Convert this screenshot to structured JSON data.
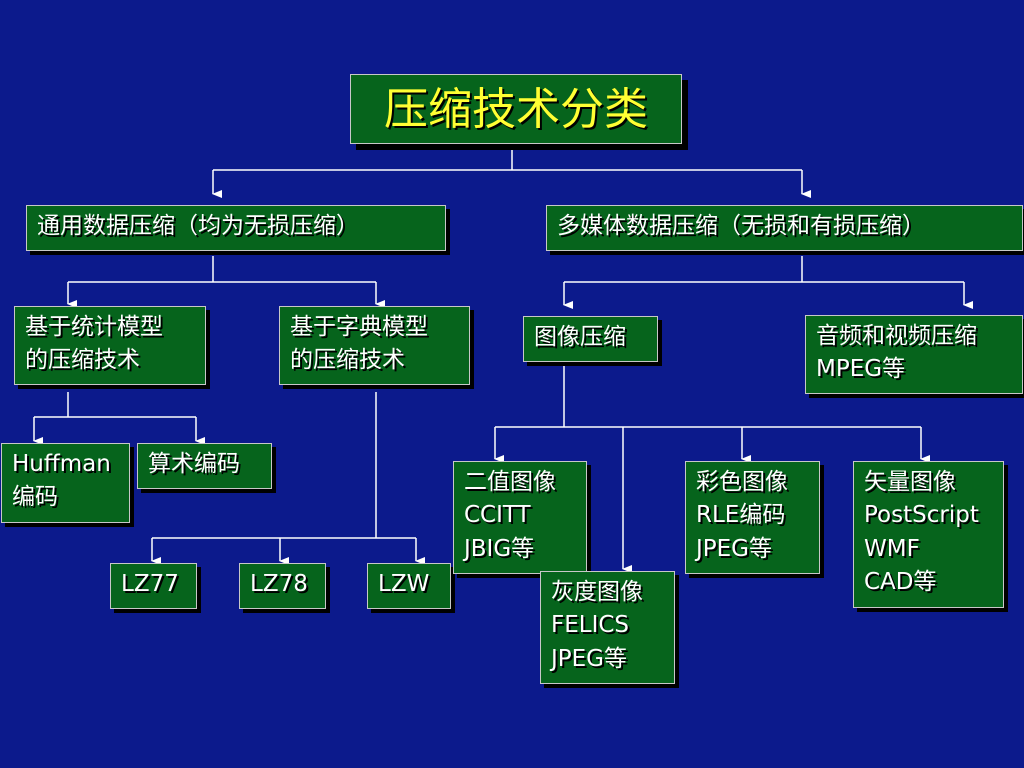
{
  "title": "压缩技术分类",
  "colors": {
    "background": "#0c1a8c",
    "box_fill": "#06641c",
    "title_text": "#ffff33",
    "text": "#ffffff",
    "line": "#ffffff"
  },
  "nodes": {
    "general": "通用数据压缩（均为无损压缩）",
    "multimedia": "多媒体数据压缩（无损和有损压缩）",
    "statistical": [
      "基于统计模型",
      "的压缩技术"
    ],
    "dictionary": [
      "基于字典模型",
      "的压缩技术"
    ],
    "image": "图像压缩",
    "audio_video": [
      "音频和视频压缩",
      "MPEG等"
    ],
    "huffman": [
      "Huffman",
      "编码"
    ],
    "arithmetic": "算术编码",
    "lz77": "LZ77",
    "lz78": "LZ78",
    "lzw": "LZW",
    "binary": [
      "二值图像",
      "CCITT",
      "JBIG等"
    ],
    "grayscale": [
      "灰度图像",
      "FELICS",
      "JPEG等"
    ],
    "color": [
      "彩色图像",
      "RLE编码",
      "JPEG等"
    ],
    "vector": [
      "矢量图像",
      "PostScript",
      "WMF",
      "CAD等"
    ]
  }
}
